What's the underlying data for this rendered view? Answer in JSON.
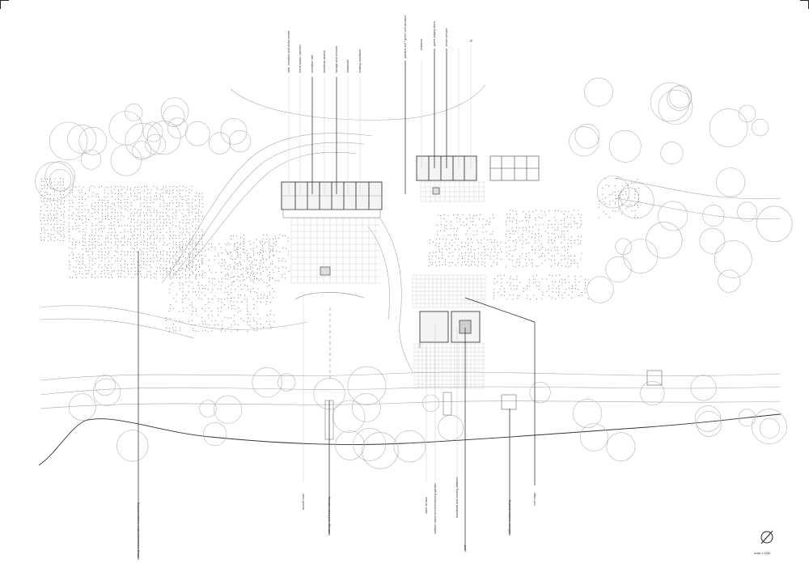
{
  "sheet": {
    "north_glyph": "⊘",
    "scale_note": "scale 1:1000"
  },
  "labels_top": [
    "cafe, reception and visitor centre",
    "event space / pavilion",
    "exhibition hall",
    "workshop studios",
    "storage and services",
    "restaurant",
    "existing woodland"
  ],
  "labels_top_right": [
    "planted roof / green roof structure",
    "entrance",
    "guest lodging block",
    "timber terrace",
    "N"
  ],
  "labels_bottom": [
    "existing orchard and native meadow planting",
    "access road",
    "footbridge and timber walkway",
    "lower terrace",
    "outdoor classroom and learning garden",
    "boardwalk and viewing platform",
    "pond",
    "wildflower meadow planting",
    "river edge"
  ],
  "colors": {
    "line": "#222222",
    "faint": "#9a9a9a",
    "tree": "#b8b8b8",
    "hatch": "#555555"
  }
}
